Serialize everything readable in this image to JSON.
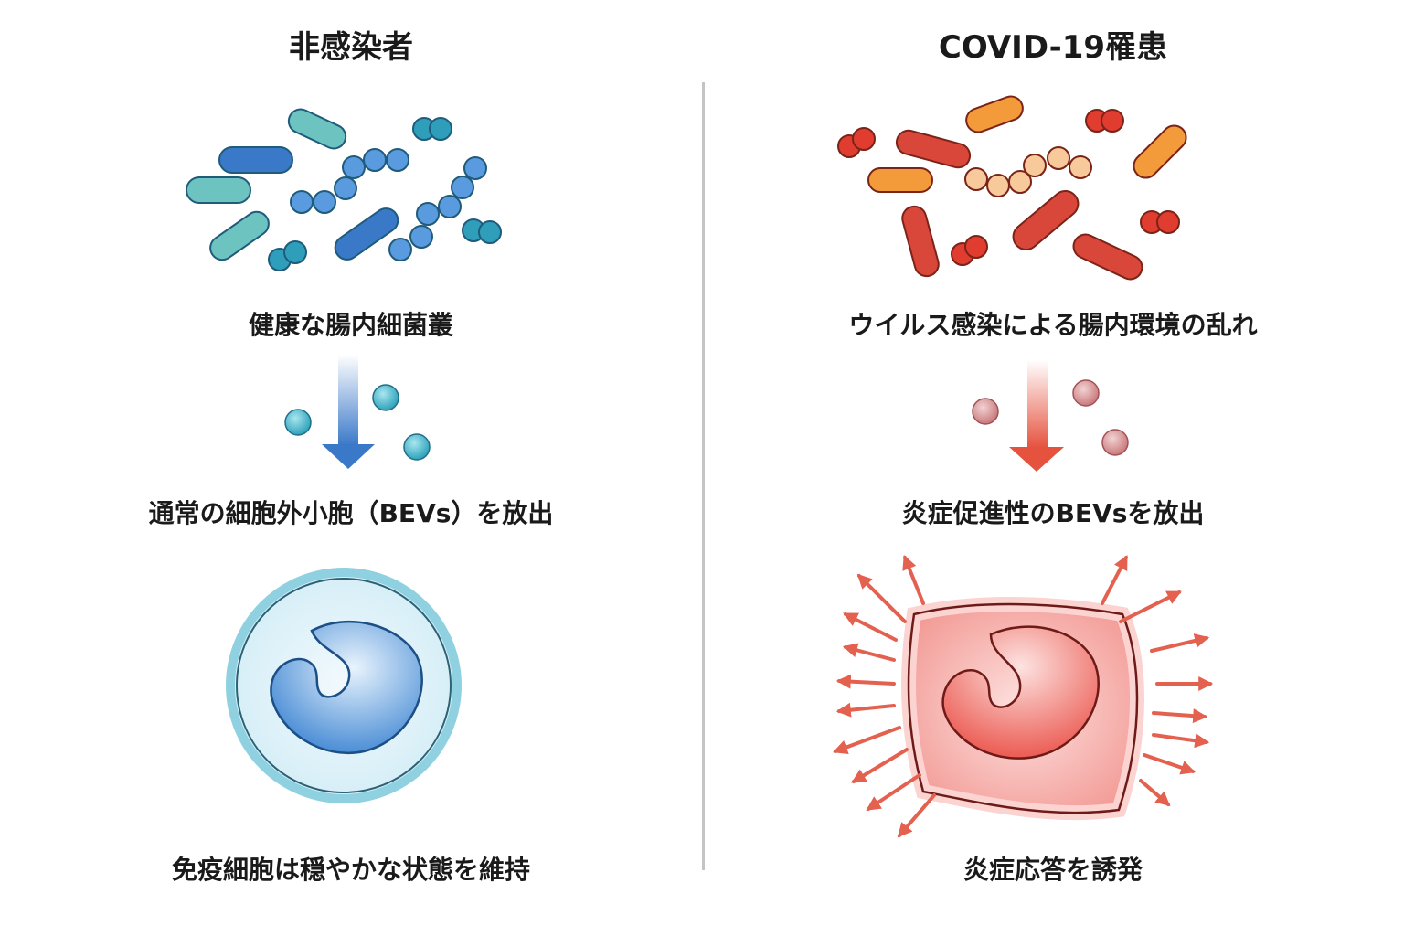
{
  "left_panel": {
    "title": "非感染者",
    "microbiome_caption": "健康な腸内細菌叢",
    "release_caption": "通常の細胞外小胞（BEVs）を放出",
    "immune_caption": "免疫細胞は穏やかな状態を維持"
  },
  "right_panel": {
    "title": "COVID-19罹患",
    "microbiome_caption": "ウイルス感染による腸内環境の乱れ",
    "release_caption": "炎症促進性のBEVsを放出",
    "immune_caption": "炎症応答を誘発"
  },
  "colors": {
    "healthy_blue": "#3a78c8",
    "healthy_teal": "#3fa9c4",
    "healthy_mint": "#6cc3c0",
    "disease_red": "#d9473a",
    "disease_orange": "#f39a3a",
    "disease_peach": "#f8c99a",
    "inflammation_arrow": "#e4604f",
    "divider": "#c4c4c4"
  },
  "icons": {
    "left_bacteria": "healthy-bacteria-cluster-icon",
    "right_bacteria": "dysbiotic-bacteria-cluster-icon",
    "left_vesicles": "vesicle-icon",
    "right_vesicles": "inflammatory-vesicle-icon",
    "left_cell": "calm-immune-cell-icon",
    "right_cell": "activated-immune-cell-icon"
  }
}
